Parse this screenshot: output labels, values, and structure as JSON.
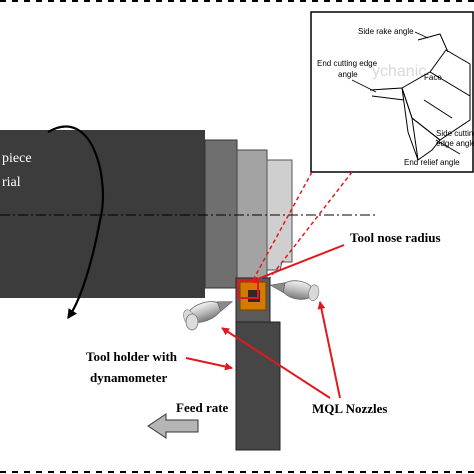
{
  "diagram": {
    "workpiece_label_line1": "piece",
    "workpiece_label_line2": "rial",
    "tool_nose_radius": "Tool nose radius",
    "tool_holder_line1": "Tool holder with",
    "tool_holder_line2": "dynamometer",
    "feed_rate": "Feed rate",
    "mql_nozzles": "MQL Nozzles",
    "inset": {
      "side_rake_angle": "Side rake angle",
      "end_cutting_edge_line1": "End cutting edge",
      "end_cutting_edge_line2": "angle",
      "face": "Face",
      "side_cutting_line1": "Side cutting",
      "side_cutting_line2": "edge angle",
      "end_relief_angle": "End relief angle",
      "watermark": "ychanic"
    }
  },
  "colors": {
    "callout_red": "#e0191e",
    "workpiece_dark": "#3c3c3c",
    "workpiece_mid": "#6f6f6f",
    "workpiece_light": "#a3a3a3",
    "workpiece_lightest": "#cfcfcf",
    "holder": "#464646",
    "insert": "#d47a00",
    "feed_arrow": "#b5b5b5"
  }
}
